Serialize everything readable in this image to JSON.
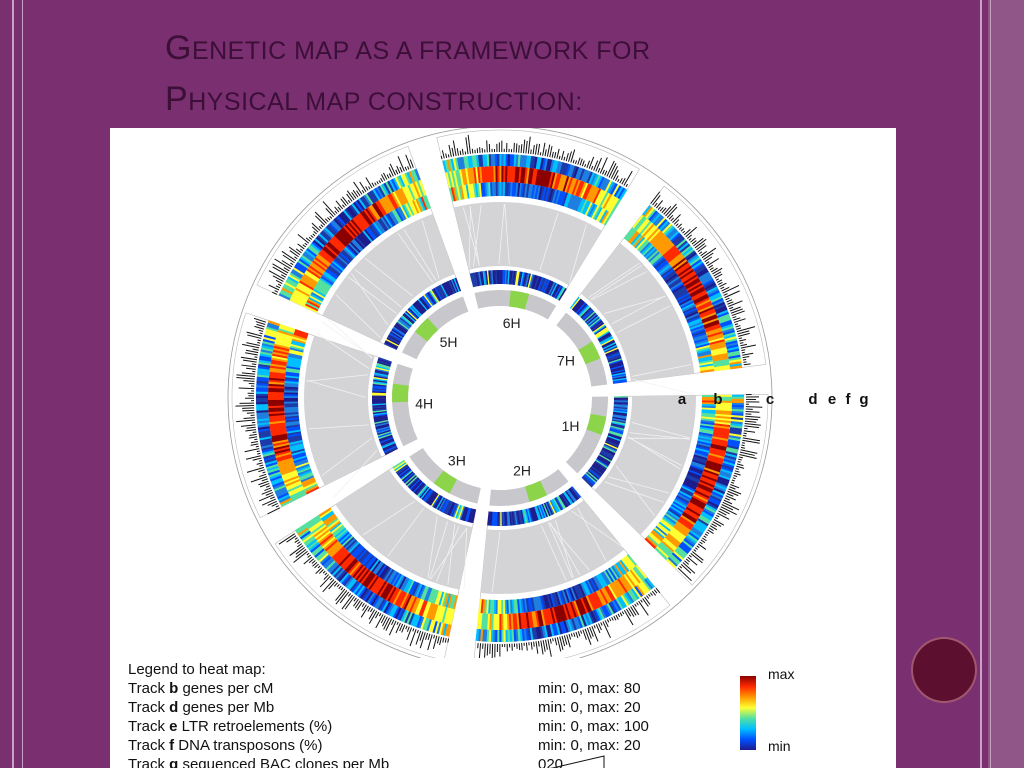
{
  "slide": {
    "title_line1_cap": "G",
    "title_line1_rest": "ENETIC MAP AS A FRAMEWORK FOR",
    "title_line2_cap": "P",
    "title_line2_rest": "HYSICAL MAP CONSTRUCTION:"
  },
  "diagram": {
    "chromosomes": [
      "1H",
      "2H",
      "3H",
      "4H",
      "5H",
      "6H",
      "7H"
    ],
    "track_letters": [
      "a",
      "b",
      "c",
      "d",
      "e",
      "f",
      "g"
    ]
  },
  "legend": {
    "heading": "Legend to heat map:",
    "rows": [
      {
        "track": "Track ",
        "letter": "b",
        "desc": " genes per cM",
        "range": "min: 0, max: 80"
      },
      {
        "track": "Track ",
        "letter": "d",
        "desc": " genes per Mb",
        "range": "min: 0, max: 20"
      },
      {
        "track": "Track ",
        "letter": "e",
        "desc": " LTR retroelements (%)",
        "range": "min: 0, max: 100"
      },
      {
        "track": "Track ",
        "letter": "f",
        "desc": " DNA transposons (%)",
        "range": "min: 0, max: 20"
      },
      {
        "track": "Track ",
        "letter": "g",
        "desc": " sequenced BAC clones per Mb",
        "range_min": "0",
        "range_max": "20"
      }
    ],
    "colorbar_max": "max",
    "colorbar_min": "min"
  },
  "colors": {
    "background": "#7a2f70",
    "title": "#3b0f37",
    "accent_green": "#8cd44a",
    "ring_gray": "#c8c8cc"
  }
}
